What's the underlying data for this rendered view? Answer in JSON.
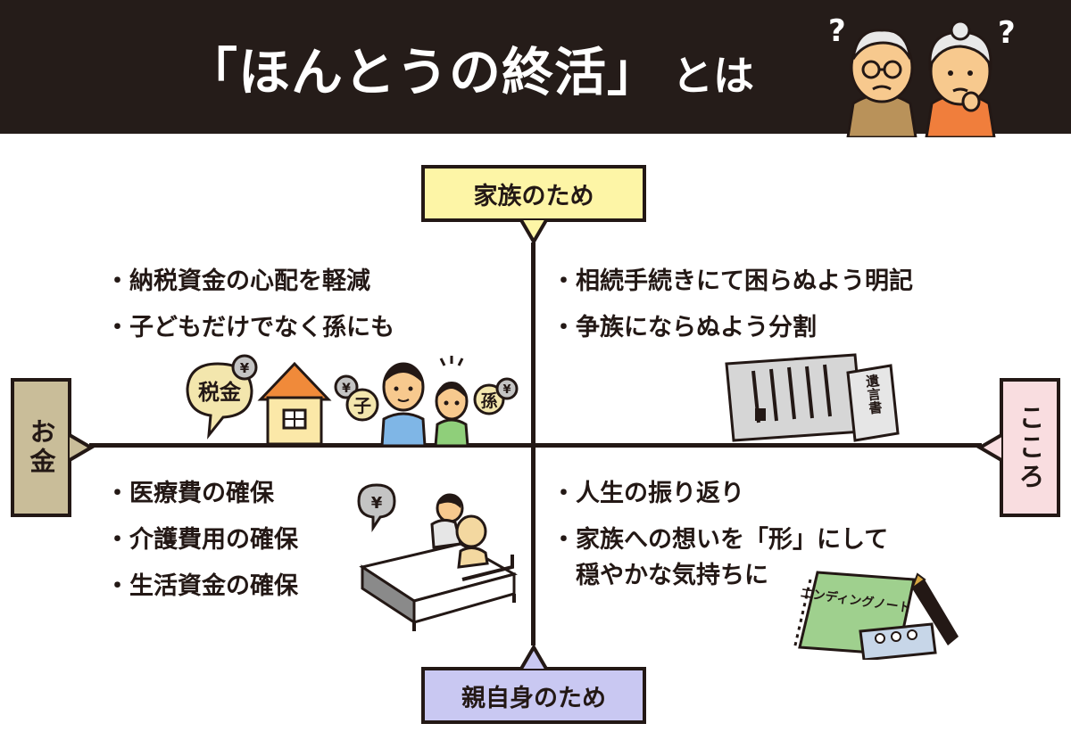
{
  "header": {
    "title_main": "「ほんとうの終活」",
    "title_sub": "とは"
  },
  "axes": {
    "top": "家族のため",
    "bottom": "親自身のため",
    "left": "お金",
    "right": "こころ"
  },
  "quadrants": {
    "top_left": [
      "納税資金の心配を軽減",
      "子どもだけでなく孫にも"
    ],
    "top_right": [
      "相続手続きにて困らぬよう明記",
      "争族にならぬよう分割"
    ],
    "bottom_left": [
      "医療費の確保",
      "介護費用の確保",
      "生活資金の確保"
    ],
    "bottom_right": [
      "人生の振り返り",
      "家族への想いを「形」にして",
      "穏やかな気持ちに"
    ]
  },
  "illustrations": {
    "tax_bubble": "税金",
    "child_bubble": "子",
    "grandchild_bubble": "孫",
    "yen_coin": "¥",
    "will_label": "遺言書",
    "notebook_label": "エンディングノート"
  },
  "colors": {
    "header_bg": "#251c19",
    "top_label_bg": "#fdf5a6",
    "bottom_label_bg": "#c9c8f2",
    "left_label_bg": "#c9bd99",
    "right_label_bg": "#f9dde0",
    "notebook_green": "#9fd08e",
    "house_orange": "#f08a3a"
  }
}
